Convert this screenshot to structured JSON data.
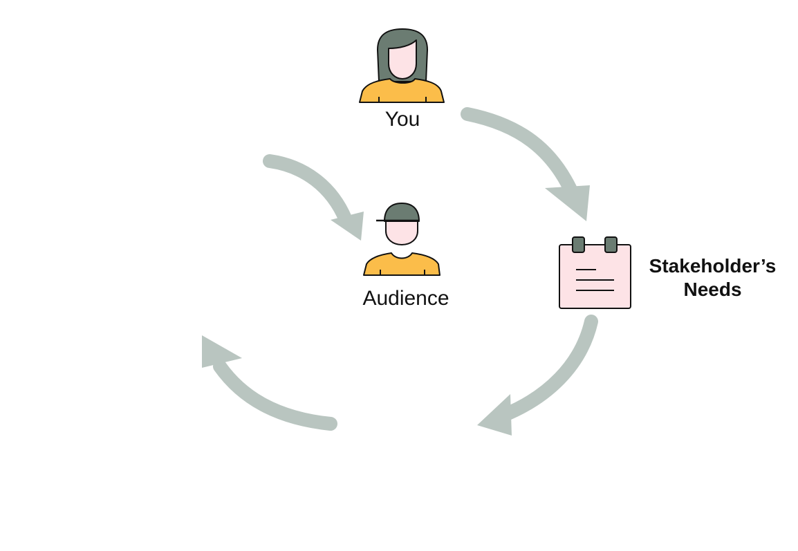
{
  "nodes": {
    "you": {
      "label": "You",
      "icon": "woman-avatar-icon"
    },
    "audience": {
      "label": "Audience",
      "icon": "man-with-cap-avatar-icon"
    },
    "stakeholder": {
      "label_line1": "Stakeholder’s",
      "label_line2": "Needs",
      "icon": "notepad-icon"
    }
  },
  "colors": {
    "arrow": "#b9c5c0",
    "hair": "#6b7c72",
    "shirt": "#fbbd4a",
    "skin": "#fde3e6",
    "outline": "#111111"
  }
}
